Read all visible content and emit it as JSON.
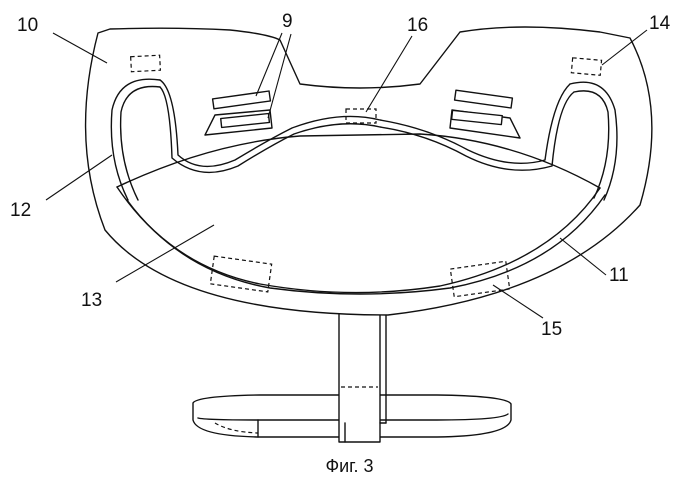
{
  "figure": {
    "caption": "Фиг. 3",
    "labels": {
      "l9": "9",
      "l10": "10",
      "l11": "11",
      "l12": "12",
      "l13": "13",
      "l14": "14",
      "l15": "15",
      "l16": "16"
    }
  }
}
